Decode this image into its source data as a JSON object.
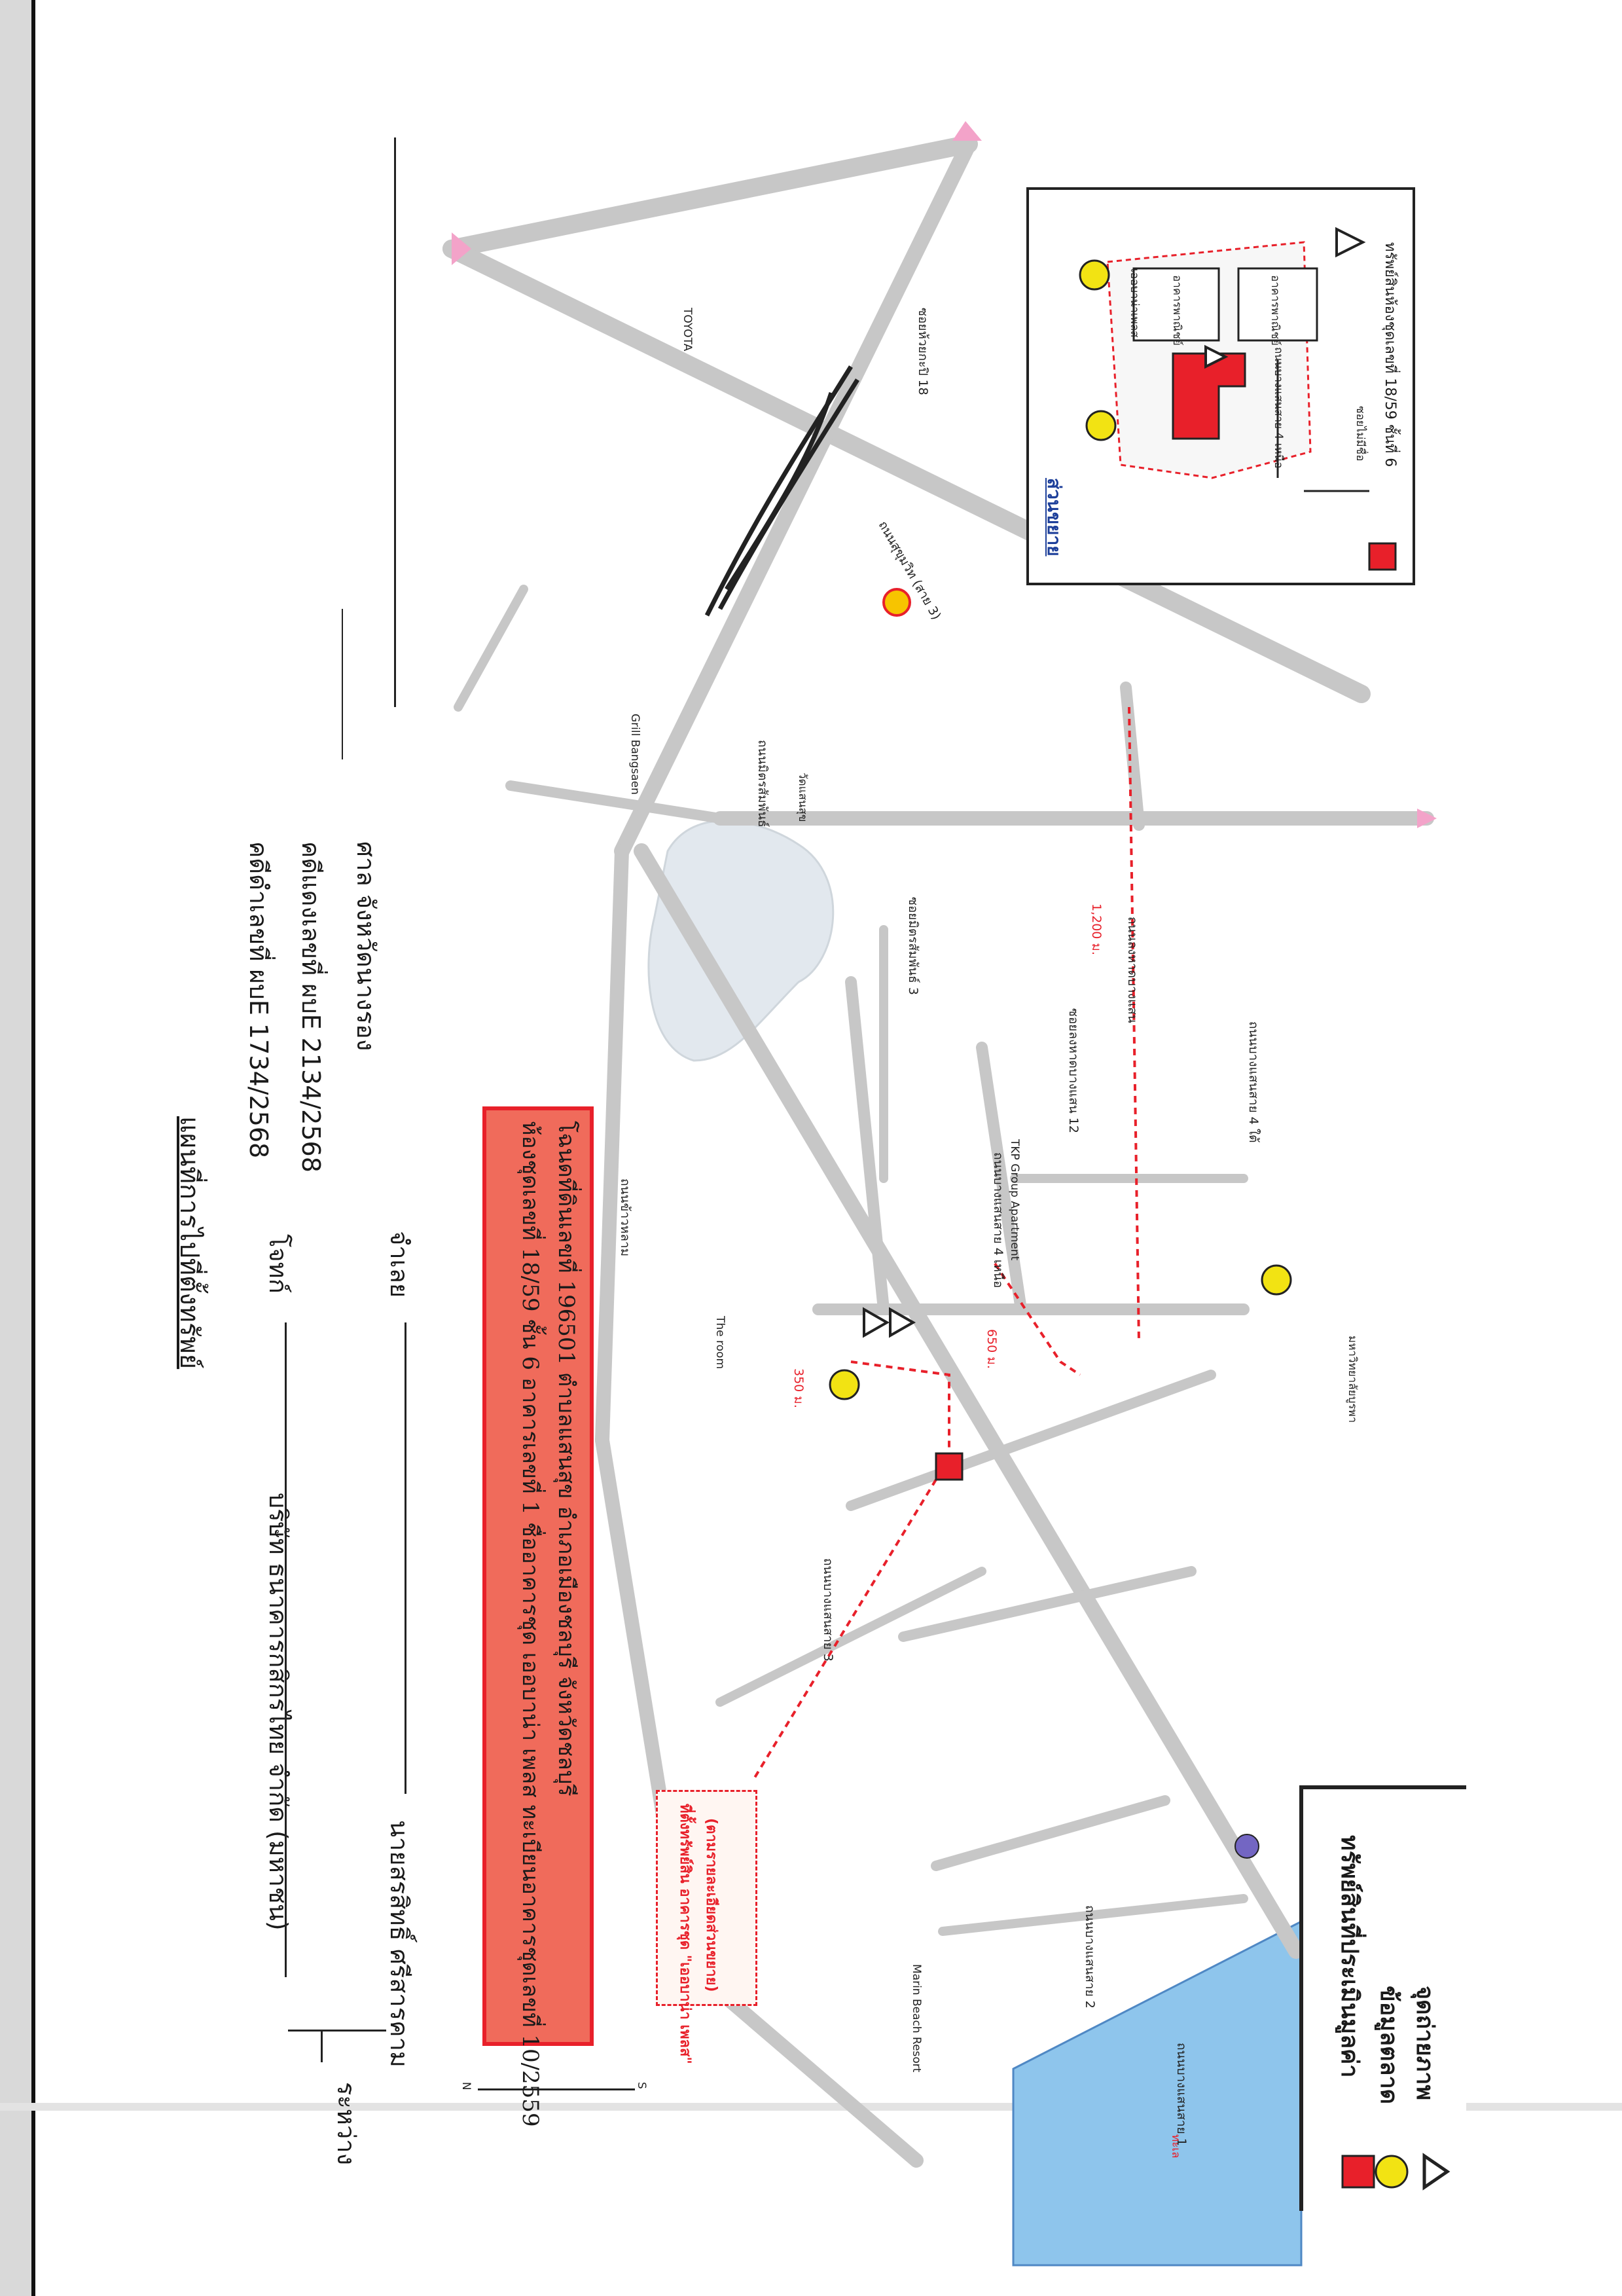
{
  "header": {
    "title": "แผนที่การไปที่ตั้งทรัพย์",
    "between_label": "ระหว่าง",
    "plaintiff": "บริษัท ธนาคารกสิกรไทย จำกัด (มหาชน)",
    "plaintiff_role": "โจทก์",
    "defendant": "นายสรสิทธิ์ ศรีสารคาม",
    "defendant_role": "จำเลย",
    "black_case": "คดีดำเลขที่ ผบE 1734/2568",
    "red_case": "คดีแดงเลขที่ ผบE 2134/2568",
    "court": "ศาล จังหวัดนางรอง"
  },
  "property_box": {
    "line1": "ห้องชุดเลขที่ 18/59 ชั้น 6 อาคารเลขที่ 1 ชื่ออาคารชุด เออบาน่า เพลส ทะเบียนอาคารชุดเลขที่ 10/2559",
    "line2": "โฉนดที่ดินเลขที่ 196501 ตำบลแสนสุข อำเภอเมืองชลบุรี จังหวัดชลบุรี"
  },
  "callout": {
    "line1": "ที่ตั้งทรัพย์สิน อาคารชุด \"เออบาน่า เพลส\"",
    "line2": "(ตามรายละเอียดส่วนขยาย)"
  },
  "inset": {
    "title": "ส่วนขยาย",
    "building_a": "อาคารพาณิชย์",
    "building_b": "อาคารพาณิชย์",
    "building_c": "เออบาน่าเพลส",
    "road": "ถนนบางแสนสาย 4 เหนือ",
    "soi": "ซอยไม่มีชื่อ",
    "legend": "ทรัพย์สินห้องชุดเลขที่ 18/59 ชั้นที่ 6"
  },
  "map_labels": {
    "road_main": "ถนนสุขุมวิท (สาย 3)",
    "road_bangsaen_sai2": "ถนนบางแสนสาย 2",
    "road_bangsaen_sai3": "ถนนบางแสนสาย 3",
    "road_bangsaen_sai4n": "ถนนบางแสนสาย 4 เหนือ",
    "road_bangsaen_sai4s": "ถนนบางแสนสาย 4 ใต้",
    "road_lonkong": "ถนนลงหาดบางแสน",
    "road_longhad": "ถนนข้าวหลาม",
    "road_pravet": "ถนนมิตรสัมพันธ์",
    "road_sai1": "ถนนบางแสนสาย 1",
    "sea": "ทะเล",
    "dist_1200": "1,200 ม.",
    "dist_650": "650 ม.",
    "dist_350": "350 ม.",
    "marin": "Marin Beach Resort",
    "uni": "มหาวิทยาลัยบูรพา",
    "tkp": "TKP Group Apartment",
    "theroom": "The room",
    "soi12": "ซอยลงหาดบางแสน 12",
    "soi3": "ซอยมิตรสัมพันธ์ 3",
    "soi18": "ซอยห้วยกะปิ 18",
    "toyota": "TOYOTA",
    "grill": "Grill Bangsaen",
    "wat": "วัดแสนสุข",
    "north": "N",
    "south": "S"
  },
  "legend": {
    "item1": "ทรัพย์สินที่ประเมินมูลค่า",
    "item2": "ข้อมูลตลาด",
    "item3": "จุดถ่ายภาพ"
  },
  "colors": {
    "accent_red": "#e8202a",
    "box_fill": "#f06b5b",
    "sea": "#8ec5ec",
    "road": "#c7c7c7",
    "lake": "#e2e8ee",
    "marker_yellow": "#f2e313"
  }
}
